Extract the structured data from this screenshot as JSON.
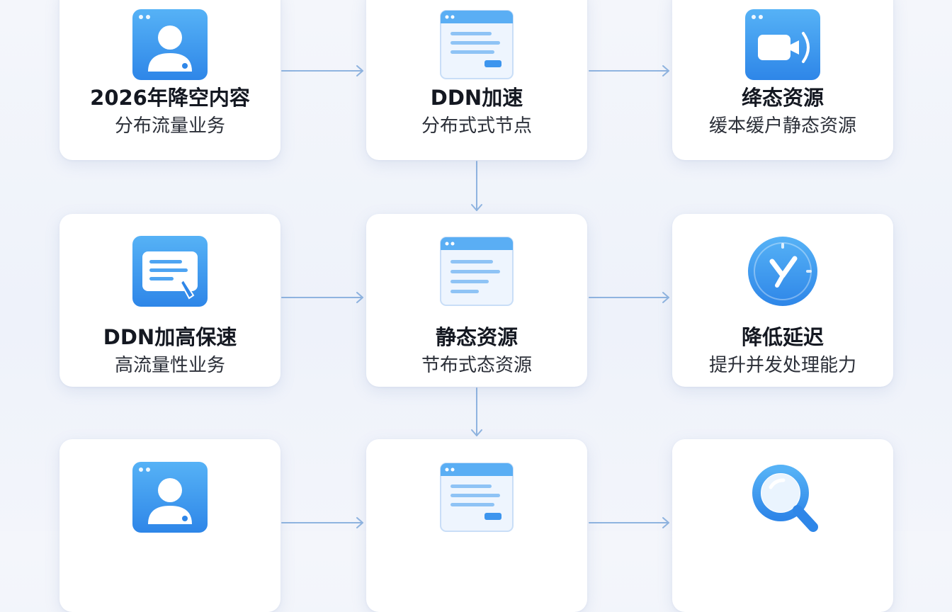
{
  "colors": {
    "accent": "#3d9af0",
    "accent_dark": "#2d7fe0",
    "connector": "#8fb4e0"
  },
  "cards": [
    {
      "title": "2026年降空内容",
      "subtitle": "分布流量业务",
      "icon": "user-profile-icon"
    },
    {
      "title": "DDN加速",
      "subtitle": "分布式式节点",
      "icon": "browser-window-icon"
    },
    {
      "title": "绛态资源",
      "subtitle": "缓本缓户静态资源",
      "icon": "video-camera-icon"
    },
    {
      "title": "DDN加高保速",
      "subtitle": "高流量性业务",
      "icon": "document-pen-icon"
    },
    {
      "title": "静态资源",
      "subtitle": "节布式态资源",
      "icon": "browser-window-icon"
    },
    {
      "title": "降低延迟",
      "subtitle": "提升并发处理能力",
      "icon": "clock-icon"
    },
    {
      "title": "",
      "subtitle": "",
      "icon": "user-profile-icon"
    },
    {
      "title": "",
      "subtitle": "",
      "icon": "browser-window-icon"
    },
    {
      "title": "",
      "subtitle": "",
      "icon": "search-icon"
    }
  ]
}
